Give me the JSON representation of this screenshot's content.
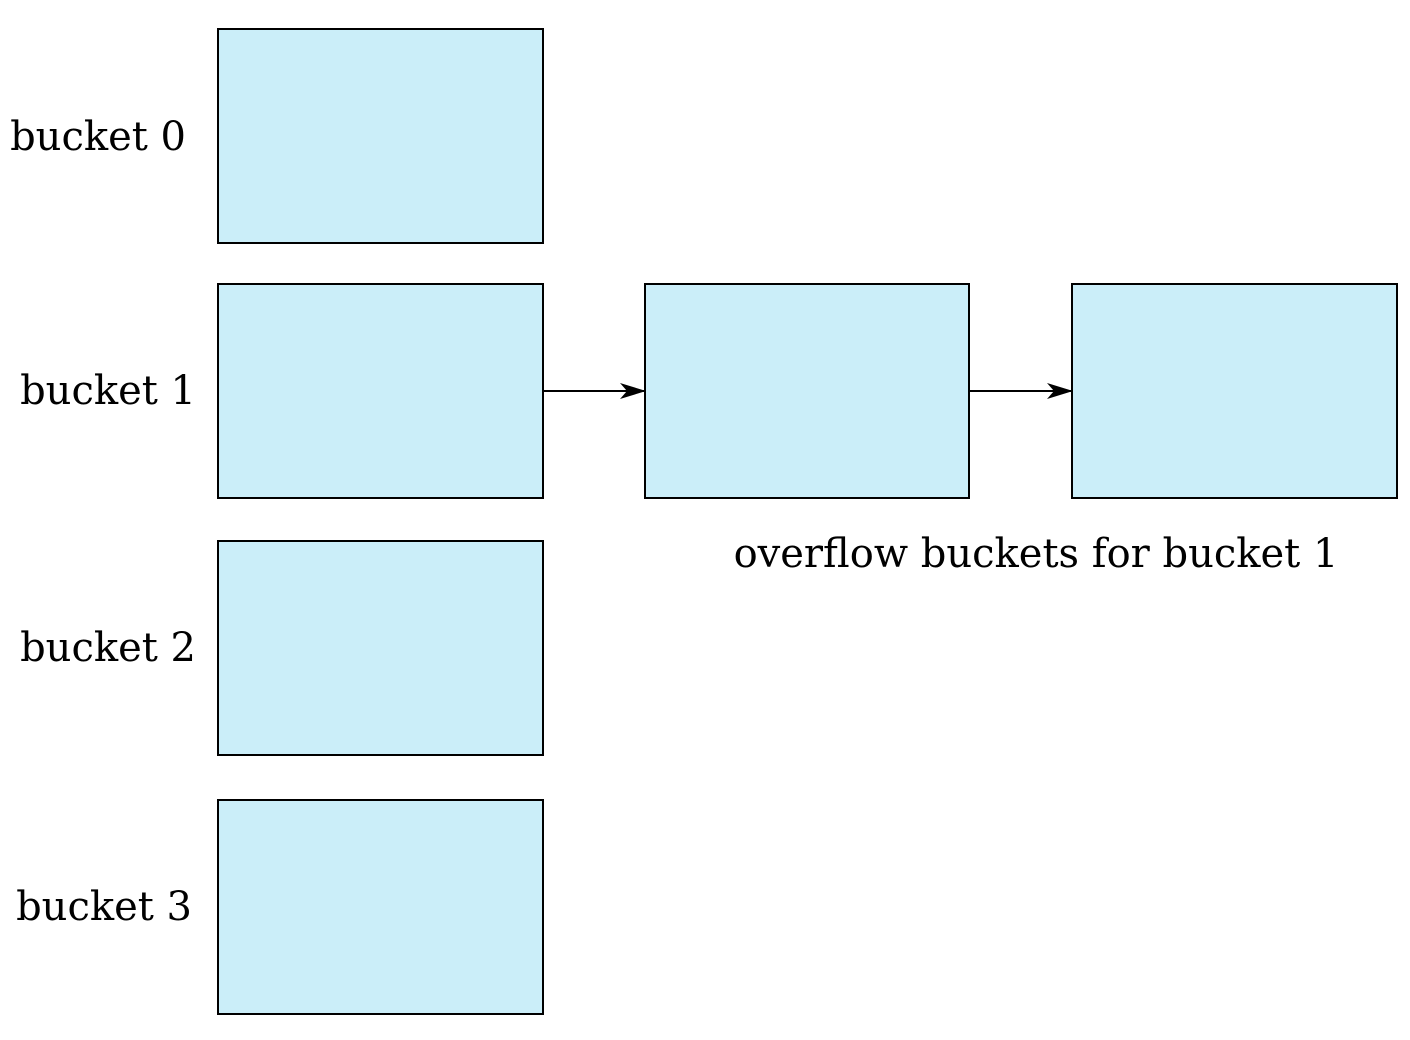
{
  "colors": {
    "bucket_fill": "#CBEEF9",
    "stroke": "#000000"
  },
  "buckets": [
    {
      "label": "bucket 0"
    },
    {
      "label": "bucket 1"
    },
    {
      "label": "bucket 2"
    },
    {
      "label": "bucket 3"
    }
  ],
  "overflow": {
    "caption": "overflow buckets for bucket 1",
    "count": 2
  }
}
